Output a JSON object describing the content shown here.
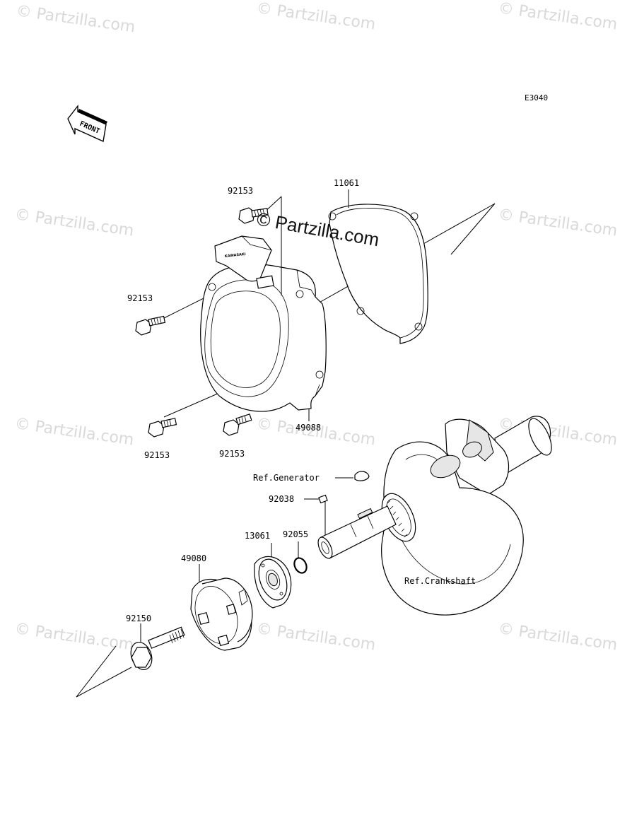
{
  "diagram": {
    "code": "E3040",
    "front_label": "FRONT",
    "brand_mark": "KAWASAKI",
    "watermark": "© Partzilla.com",
    "watermark_main": "© Partzilla.com",
    "labels": {
      "p92153_top": "92153",
      "p11061": "11061",
      "p92153_left": "92153",
      "p92153_bl": "92153",
      "p92153_bm": "92153",
      "p49088": "49088",
      "ref_generator": "Ref.Generator",
      "p92038": "92038",
      "p92055": "92055",
      "p13061": "13061",
      "p49080": "49080",
      "p92150": "92150",
      "ref_crankshaft": "Ref.Crankshaft"
    }
  }
}
